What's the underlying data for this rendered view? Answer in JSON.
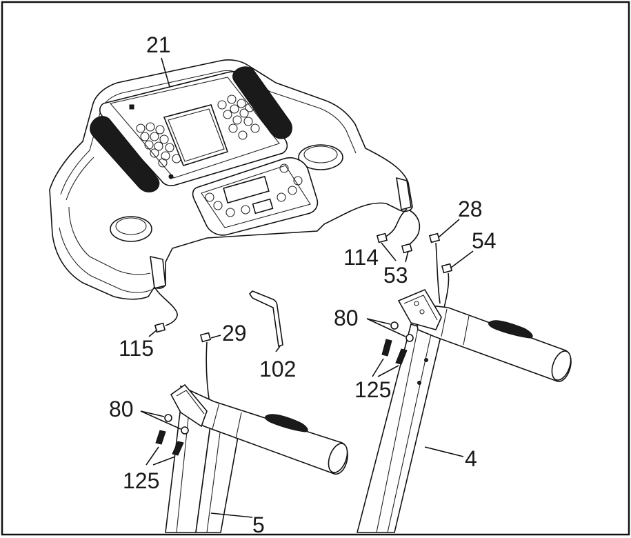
{
  "labels": {
    "console": "21",
    "wire_left_connector": "115",
    "wire_right_connector_a": "114",
    "wire_right_connector_b": "53",
    "upright_wire_right": "28",
    "upright_wire_right_b": "54",
    "upright_wire_left": "29",
    "allen_wrench": "102",
    "washer_right": "80",
    "bolt_right": "125",
    "washer_left": "80",
    "bolt_left": "125",
    "upright_right": "4",
    "upright_left": "5"
  }
}
